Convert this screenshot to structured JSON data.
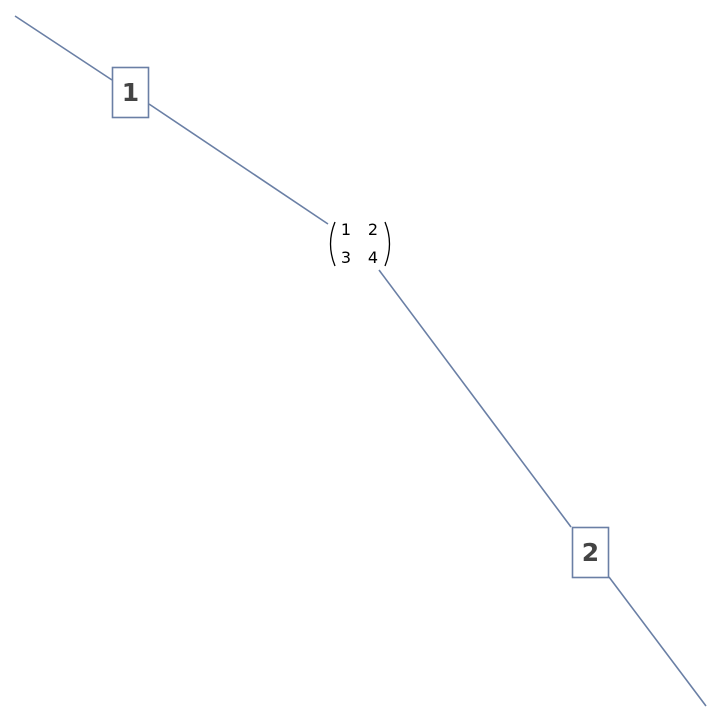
{
  "nodes": [
    {
      "label": "1"
    },
    {
      "label": "2"
    }
  ],
  "center_matrix": {
    "rows": [
      [
        "1",
        "2"
      ],
      [
        "3",
        "4"
      ]
    ]
  },
  "colors": {
    "edge": "#6a7fa5",
    "label": "#444444"
  }
}
